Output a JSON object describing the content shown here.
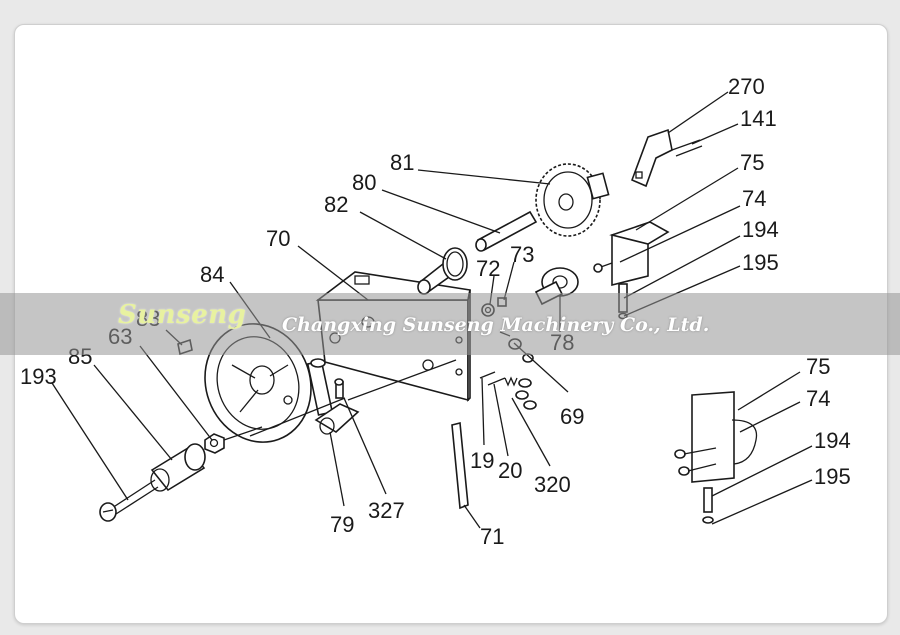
{
  "callouts": [
    {
      "key": "c270",
      "text": "270"
    },
    {
      "key": "c141",
      "text": "141"
    },
    {
      "key": "c81",
      "text": "81"
    },
    {
      "key": "c75a",
      "text": "75"
    },
    {
      "key": "c80",
      "text": "80"
    },
    {
      "key": "c82",
      "text": "82"
    },
    {
      "key": "c74a",
      "text": "74"
    },
    {
      "key": "c194a",
      "text": "194"
    },
    {
      "key": "c70",
      "text": "70"
    },
    {
      "key": "c73",
      "text": "73"
    },
    {
      "key": "c72",
      "text": "72"
    },
    {
      "key": "c195a",
      "text": "195"
    },
    {
      "key": "c84",
      "text": "84"
    },
    {
      "key": "c83",
      "text": "83"
    },
    {
      "key": "c63",
      "text": "63"
    },
    {
      "key": "c78",
      "text": "78"
    },
    {
      "key": "c85",
      "text": "85"
    },
    {
      "key": "c193",
      "text": "193"
    },
    {
      "key": "c69",
      "text": "69"
    },
    {
      "key": "c75b",
      "text": "75"
    },
    {
      "key": "c74b",
      "text": "74"
    },
    {
      "key": "c194b",
      "text": "194"
    },
    {
      "key": "c195b",
      "text": "195"
    },
    {
      "key": "c19",
      "text": "19"
    },
    {
      "key": "c20",
      "text": "20"
    },
    {
      "key": "c320",
      "text": "320"
    },
    {
      "key": "c79",
      "text": "79"
    },
    {
      "key": "c327",
      "text": "327"
    },
    {
      "key": "c71",
      "text": "71"
    }
  ],
  "watermark": {
    "logo": "Sunseng",
    "company": "Changxing Sunseng Machinery Co., Ltd."
  }
}
